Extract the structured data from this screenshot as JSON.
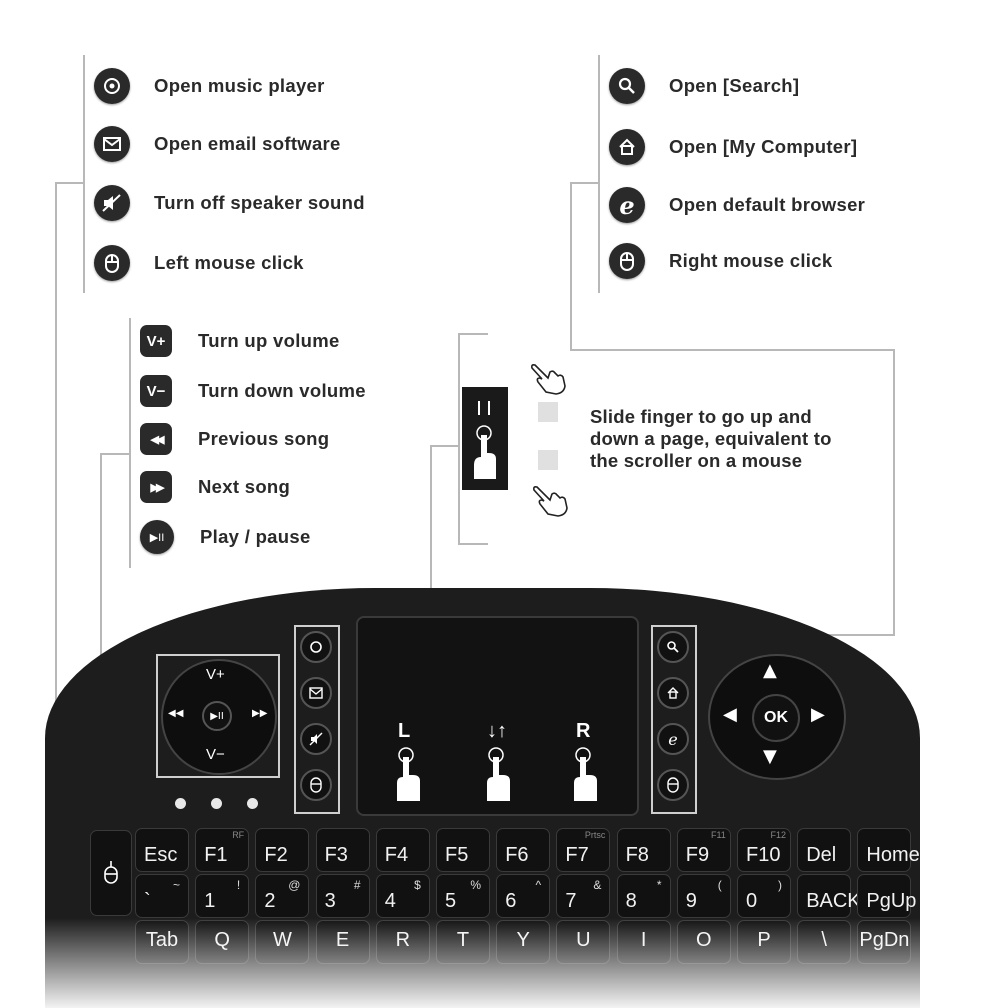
{
  "left_top_legend": [
    {
      "icon": "music-player-icon",
      "label": "Open music player"
    },
    {
      "icon": "email-icon",
      "label": "Open email software"
    },
    {
      "icon": "mute-icon",
      "label": "Turn off speaker sound"
    },
    {
      "icon": "mouse-icon",
      "label": "Left mouse click"
    }
  ],
  "right_top_legend": [
    {
      "icon": "search-icon",
      "label": "Open [Search]"
    },
    {
      "icon": "home-icon",
      "label": "Open [My Computer]"
    },
    {
      "icon": "browser-icon",
      "label": "Open default browser"
    },
    {
      "icon": "mouse-icon",
      "label": "Right mouse click"
    }
  ],
  "media_legend": [
    {
      "badge": "V+",
      "label": "Turn up volume"
    },
    {
      "badge": "V−",
      "label": "Turn down volume"
    },
    {
      "badge": "◀◀",
      "label": "Previous song"
    },
    {
      "badge": "▶▶",
      "label": "Next song"
    },
    {
      "badge": "▶II",
      "label": "Play / pause"
    }
  ],
  "scroll_text": [
    "Slide finger to go up and",
    "down a page, equivalent to",
    "the scroller on a mouse"
  ],
  "keyboard": {
    "volume_up": "V+",
    "volume_down": "V−",
    "ok": "OK",
    "touchpad_left": "L",
    "touchpad_right": "R",
    "row1": [
      {
        "main": "Esc",
        "tiny": ""
      },
      {
        "main": "F1",
        "tiny": "RF"
      },
      {
        "main": "F2",
        "tiny": ""
      },
      {
        "main": "F3",
        "tiny": ""
      },
      {
        "main": "F4",
        "tiny": ""
      },
      {
        "main": "F5",
        "tiny": ""
      },
      {
        "main": "F6",
        "tiny": ""
      },
      {
        "main": "F7",
        "tiny": "Prtsc"
      },
      {
        "main": "F8",
        "tiny": ""
      },
      {
        "main": "F9",
        "tiny": "F11"
      },
      {
        "main": "F10",
        "tiny": "F12"
      },
      {
        "main": "Del",
        "tiny": ""
      },
      {
        "main": "Home",
        "tiny": ""
      }
    ],
    "row2": [
      {
        "main": "`",
        "sub": "~"
      },
      {
        "main": "1",
        "sub": "!"
      },
      {
        "main": "2",
        "sub": "@"
      },
      {
        "main": "3",
        "sub": "#"
      },
      {
        "main": "4",
        "sub": "$"
      },
      {
        "main": "5",
        "sub": "%"
      },
      {
        "main": "6",
        "sub": "^"
      },
      {
        "main": "7",
        "sub": "&"
      },
      {
        "main": "8",
        "sub": "*"
      },
      {
        "main": "9",
        "sub": "("
      },
      {
        "main": "0",
        "sub": ")"
      },
      {
        "main": "BACK",
        "sub": ""
      },
      {
        "main": "PgUp",
        "sub": ""
      }
    ],
    "row3": [
      "Tab",
      "Q",
      "W",
      "E",
      "R",
      "T",
      "Y",
      "U",
      "I",
      "O",
      "P",
      "\\",
      "PgDn"
    ]
  },
  "colors": {
    "key_bg": "#111111",
    "body": "#1d1d1d",
    "icon_bg": "#2a2a2a",
    "connector": "#b8b8b8"
  }
}
